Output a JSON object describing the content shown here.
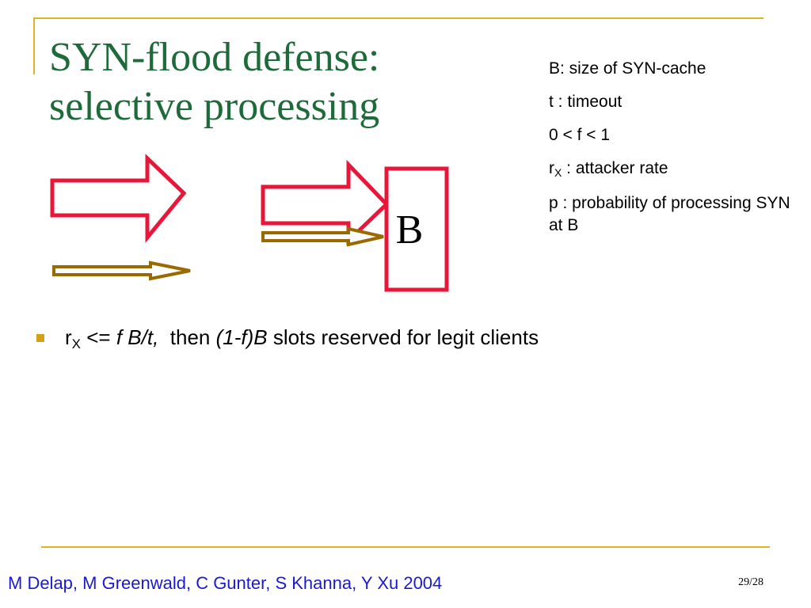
{
  "slide": {
    "title_line1": "SYN-flood defense:",
    "title_line2": "selective processing",
    "definitions": {
      "b": "B: size of SYN-cache",
      "t": "t : timeout",
      "f": "0 < f < 1",
      "rx_base": "r",
      "rx_sub": "X",
      "rx_rest": " : attacker rate",
      "p": "p : probability of processing SYN at B"
    },
    "diagram": {
      "box_label": "B",
      "colors": {
        "legit": "#E8173A",
        "attacker": "#9A6A00"
      }
    },
    "bullet": {
      "r": "r",
      "sub": "X",
      "op": " <= ",
      "expr": "f B/t,",
      "then": "  then ",
      "expr2": "(1-f)B",
      "rest": " slots reserved for legit clients"
    },
    "footer": "M Delap, M Greenwald, C Gunter, S Khanna, Y Xu 2004",
    "page_number": "29/28",
    "colors": {
      "title": "#1E6B3A",
      "accent": "#E0B32A",
      "footer": "#1A1AD0"
    }
  }
}
